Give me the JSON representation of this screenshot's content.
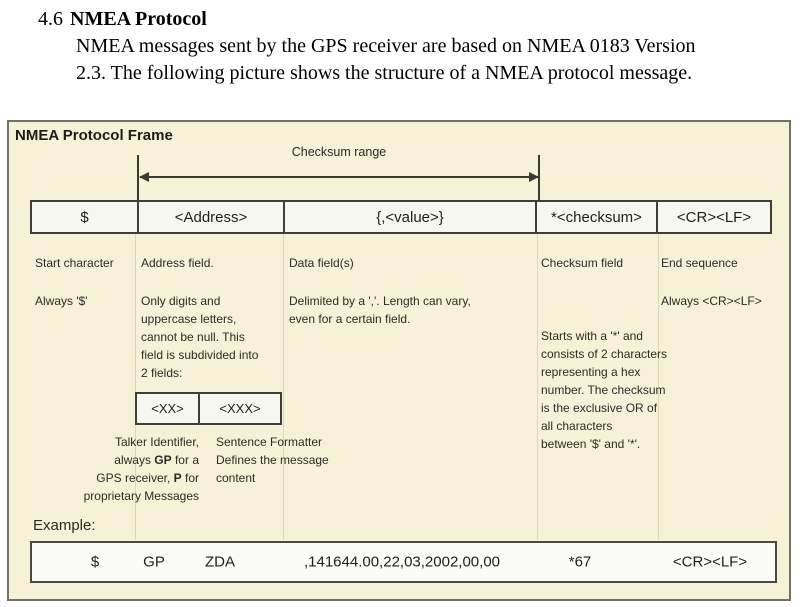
{
  "document": {
    "section_number": "4.6",
    "section_title": "NMEA Protocol",
    "paragraph_lines": [
      "NMEA messages sent by the GPS receiver are based on NMEA 0183 Version",
      "2.3. The following picture shows the structure of a NMEA protocol message."
    ]
  },
  "diagram": {
    "title": "NMEA Protocol Frame",
    "checksum_range_label": "Checksum range",
    "frame_cells": [
      "$",
      "<Address>",
      "{,<value>}",
      "*<checksum>",
      "<CR><LF>"
    ],
    "columns": [
      {
        "heading": "Start character",
        "lines": [
          "Always '$'"
        ]
      },
      {
        "heading": "Address field.",
        "lines": [
          "Only digits and",
          "uppercase letters,",
          "cannot be null. This",
          "field is subdivided into",
          "2 fields:"
        ]
      },
      {
        "heading": "Data field(s)",
        "lines": [
          "Delimited by a ','. Length can vary,",
          "even for a certain field."
        ]
      },
      {
        "heading": "Checksum field",
        "lines": [
          "Starts with a '*' and",
          "consists of 2 characters",
          "representing a hex",
          "number. The checksum",
          "is the exclusive OR of",
          "all characters",
          "between '$' and '*'."
        ]
      },
      {
        "heading": "End sequence",
        "lines": [
          "Always <CR><LF>"
        ]
      }
    ],
    "address_subfields": {
      "talker_box": "<XX>",
      "formatter_box": "<XXX>",
      "talker_note": {
        "l1": "Talker Identifier,",
        "l2a": "always ",
        "l2b": "GP",
        "l2c": " for a",
        "l3a": "GPS receiver, ",
        "l3b": "P",
        "l3c": " for",
        "l4": "proprietary Messages"
      },
      "formatter_note_lines": [
        "Sentence Formatter",
        "Defines the message",
        "content"
      ]
    },
    "example": {
      "label": "Example:",
      "values": [
        "$",
        "GP",
        "ZDA",
        ",141644.00,22,03,2002,00,00",
        "*67",
        "<CR><LF>"
      ]
    },
    "colors": {
      "frame_background": "#f5f2d8",
      "cell_background": "#f7f7f2",
      "border_dark": "#3f3f3a",
      "outer_border": "#72726a",
      "divider": "#dcd8ba"
    }
  }
}
